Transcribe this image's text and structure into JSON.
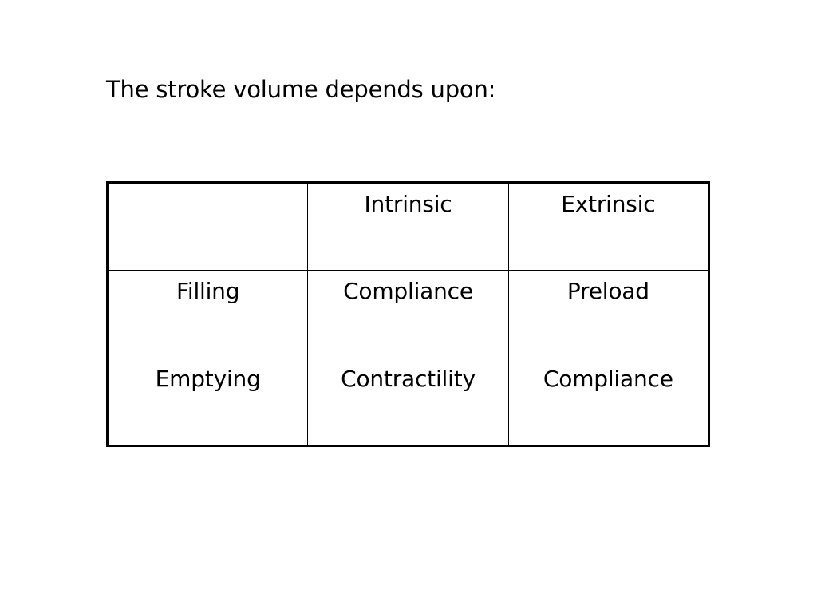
{
  "slide": {
    "title": "The stroke volume depends upon:"
  },
  "table": {
    "columns": [
      "",
      "Intrinsic",
      "Extrinsic"
    ],
    "rows": [
      [
        "Filling",
        "Compliance",
        "Preload"
      ],
      [
        "Emptying",
        "Contractility",
        "Compliance"
      ]
    ]
  }
}
